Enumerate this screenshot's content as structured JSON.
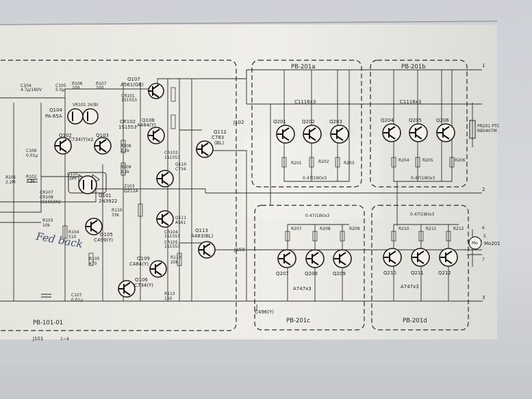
{
  "colors": {
    "paper": "#ecebe4",
    "ink": "#222222",
    "wall": "#cdd0d6"
  },
  "boards": {
    "main": "PB-101-01",
    "top_left": "PB-201a",
    "top_right": "PB-201b",
    "bottom_left": "PB-201c",
    "bottom_right": "PB-201d"
  },
  "connectors": {
    "j101": "J101",
    "j101_pins": "1~4",
    "j102": "J102",
    "j103": "J103",
    "c496": "C496(Y)"
  },
  "handwriting": {
    "note": "Fed back"
  },
  "left_parts": [
    {
      "id": "c104",
      "text": "C104"
    },
    {
      "id": "c104v",
      "text": "4.7μ/160V"
    },
    {
      "id": "c105",
      "text": "C105"
    },
    {
      "id": "c105v",
      "text": "5.0μ"
    },
    {
      "id": "r106",
      "text": "R106"
    },
    {
      "id": "r106v",
      "text": "100"
    },
    {
      "id": "r107",
      "text": "R107"
    },
    {
      "id": "r107v",
      "text": "100"
    },
    {
      "id": "vr",
      "text": "VR101 2k(B)"
    },
    {
      "id": "q104",
      "text": "Q104"
    },
    {
      "id": "q104v",
      "text": "PA-65A"
    },
    {
      "id": "q102",
      "text": "Q102"
    },
    {
      "id": "q103",
      "text": "Q103"
    },
    {
      "id": "pair",
      "text": "C734(Y)x2"
    },
    {
      "id": "c106",
      "text": "C106"
    },
    {
      "id": "c106v",
      "text": "0.01μ"
    },
    {
      "id": "r101",
      "text": "R101"
    },
    {
      "id": "r101v",
      "text": "2.2M"
    },
    {
      "id": "r102",
      "text": "R102"
    },
    {
      "id": "r102v",
      "text": "3.3k"
    },
    {
      "id": "c110",
      "text": "C110"
    },
    {
      "id": "c110v",
      "text": "10PF"
    },
    {
      "id": "cr107",
      "text": "CR107"
    },
    {
      "id": "cr108",
      "text": "CR108"
    },
    {
      "id": "diodes",
      "text": "1S1553X2"
    },
    {
      "id": "q101",
      "text": "Q101"
    },
    {
      "id": "q101v",
      "text": "2N3922"
    },
    {
      "id": "r103",
      "text": "R103"
    },
    {
      "id": "r103v",
      "text": "10k"
    },
    {
      "id": "r104",
      "text": "R104"
    },
    {
      "id": "r104v",
      "text": "510"
    },
    {
      "id": "q105",
      "text": "Q105"
    },
    {
      "id": "q105v",
      "text": "C499(Y)"
    },
    {
      "id": "r105",
      "text": "R105"
    },
    {
      "id": "r105v",
      "text": "470"
    },
    {
      "id": "c107",
      "text": "C107"
    },
    {
      "id": "c107v",
      "text": "0.01μ"
    }
  ],
  "center_parts": [
    {
      "id": "q107",
      "text": "Q107"
    },
    {
      "id": "q107v",
      "text": "A561(GR)"
    },
    {
      "id": "cr101",
      "text": "CR101"
    },
    {
      "id": "cr101v",
      "text": "1S1553"
    },
    {
      "id": "cr102",
      "text": "CR102"
    },
    {
      "id": "cr102v",
      "text": "1S1553"
    },
    {
      "id": "q108",
      "text": "Q108"
    },
    {
      "id": "q108v",
      "text": "A484(Y)"
    },
    {
      "id": "r108",
      "text": "R108"
    },
    {
      "id": "r108v",
      "text": "2.2k"
    },
    {
      "id": "r109",
      "text": "R109"
    },
    {
      "id": "r109v",
      "text": "2.2k"
    },
    {
      "id": "cr103",
      "text": "CR103"
    },
    {
      "id": "cr103v",
      "text": "1S1553"
    },
    {
      "id": "q110",
      "text": "Q110"
    },
    {
      "id": "q110v",
      "text": "C734"
    },
    {
      "id": "z103",
      "text": "Z103"
    },
    {
      "id": "z103v",
      "text": "QZ12A"
    },
    {
      "id": "r110",
      "text": "R110"
    },
    {
      "id": "r110v",
      "text": "33k"
    },
    {
      "id": "q111",
      "text": "Q111"
    },
    {
      "id": "q111v",
      "text": "A561"
    },
    {
      "id": "cr104",
      "text": "CR104"
    },
    {
      "id": "cr104v",
      "text": "1S1553"
    },
    {
      "id": "cr105",
      "text": "CR105"
    },
    {
      "id": "cr105v",
      "text": "1S1553"
    },
    {
      "id": "q109",
      "text": "Q109"
    },
    {
      "id": "q109v",
      "text": "C484(Y)"
    },
    {
      "id": "q106",
      "text": "Q106"
    },
    {
      "id": "q106v",
      "text": "C734(Y)"
    },
    {
      "id": "r112",
      "text": "R112"
    },
    {
      "id": "r112v",
      "text": "20k"
    },
    {
      "id": "r113",
      "text": "R113"
    },
    {
      "id": "r113v",
      "text": "150"
    },
    {
      "id": "q112",
      "text": "Q112"
    },
    {
      "id": "q112v",
      "text": "C783"
    },
    {
      "id": "q112g",
      "text": "(BL)"
    },
    {
      "id": "q113",
      "text": "Q113"
    },
    {
      "id": "q113v",
      "text": "A483(BL)"
    }
  ],
  "top_left_block": {
    "transistors": [
      "Q201",
      "Q202",
      "Q203"
    ],
    "type": "C1116x3",
    "resistors": [
      "R201",
      "R202",
      "R203"
    ],
    "emitter": "0.47(1W)x3"
  },
  "top_right_block": {
    "transistors": [
      "Q204",
      "Q205",
      "Q206"
    ],
    "type": "C1116x3",
    "resistors": [
      "R204",
      "R205",
      "R206"
    ],
    "emitter": "0.47(1W)x3",
    "prr": "PR201 PTC",
    "prr_part": "RB0407M"
  },
  "bottom_left_block": {
    "transistors": [
      "Q207",
      "Q208",
      "Q209"
    ],
    "type": "A747x3",
    "resistors": [
      "R207",
      "R208",
      "R209"
    ],
    "emitter": "0.47(1W)x3"
  },
  "bottom_right_block": {
    "transistors": [
      "Q210",
      "Q211",
      "Q212"
    ],
    "type": "A747x3",
    "resistors": [
      "R210",
      "R211",
      "R212"
    ],
    "emitter": "0.47(1W)x3"
  },
  "meter": {
    "symbol": "Mo",
    "label": "Mo201"
  },
  "terminals": {
    "t1": "1",
    "t2": "2",
    "t3": "3",
    "t5": "5",
    "t6": "6",
    "t7": "7"
  }
}
